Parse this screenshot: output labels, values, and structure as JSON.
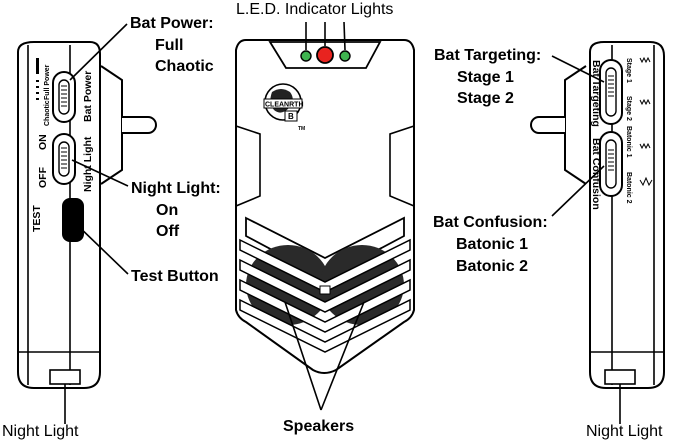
{
  "callouts": {
    "led": "L.E.D. Indicator Lights",
    "bat_power": {
      "title": "Bat Power:",
      "opt1": "Full",
      "opt2": "Chaotic"
    },
    "night_light_switch": {
      "title": "Night Light:",
      "opt1": "On",
      "opt2": "Off"
    },
    "test_button": "Test Button",
    "night_light_left": "Night Light",
    "speakers": "Speakers",
    "bat_targeting": {
      "title": "Bat Targeting:",
      "opt1": "Stage 1",
      "opt2": "Stage 2"
    },
    "bat_confusion": {
      "title": "Bat Confusion:",
      "opt1": "Batonic 1",
      "opt2": "Batonic 2"
    },
    "night_light_right": "Night Light"
  },
  "device_left": {
    "full_power": "Full Power",
    "chaotic": "Chaotic",
    "bat_power": "Bat Power",
    "on": "ON",
    "off": "OFF",
    "night_light": "Night Light",
    "test": "TEST"
  },
  "device_front": {
    "logo": "CLEANRTH",
    "logo_initial": "B",
    "trademark": "TM"
  },
  "device_right": {
    "bat_targeting": "Bat Targeting",
    "stage1": "Stage 1",
    "stage2": "Stage 2",
    "batonic1": "Batonic 1",
    "bat_confusion": "Bat Confusion",
    "batonic2": "Batonic 2"
  },
  "colors": {
    "led_red": "#e8231f",
    "led_green": "#3fb34f",
    "outline": "#000000"
  }
}
